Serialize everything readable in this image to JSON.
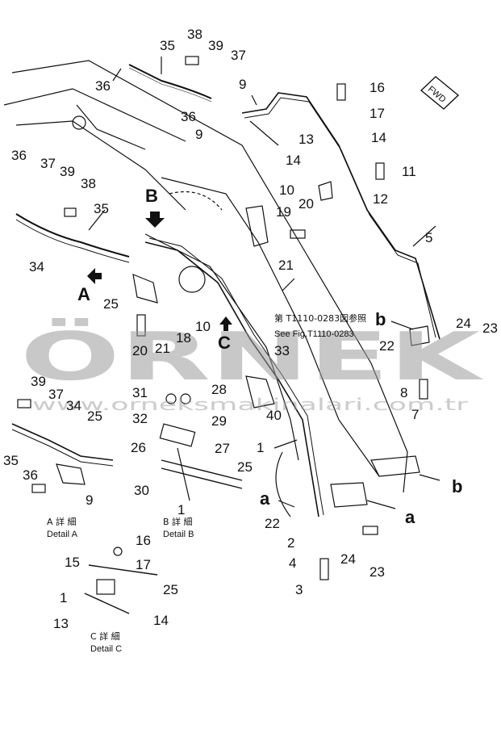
{
  "diagram": {
    "title": "",
    "part_labels": [
      {
        "text": "38"
      },
      {
        "text": "39"
      },
      {
        "text": "35"
      },
      {
        "text": "37"
      },
      {
        "text": "36"
      },
      {
        "text": "36"
      },
      {
        "text": "9"
      },
      {
        "text": "9"
      },
      {
        "text": "16"
      },
      {
        "text": "17"
      },
      {
        "text": "14"
      },
      {
        "text": "13"
      },
      {
        "text": "14"
      },
      {
        "text": "11"
      },
      {
        "text": "12"
      },
      {
        "text": "10"
      },
      {
        "text": "20"
      },
      {
        "text": "19"
      },
      {
        "text": "21"
      },
      {
        "text": "5"
      },
      {
        "text": "36"
      },
      {
        "text": "37"
      },
      {
        "text": "39"
      },
      {
        "text": "38"
      },
      {
        "text": "35"
      },
      {
        "text": "34"
      },
      {
        "text": "25"
      },
      {
        "text": "18"
      },
      {
        "text": "10"
      },
      {
        "text": "21"
      },
      {
        "text": "24"
      },
      {
        "text": "23"
      },
      {
        "text": "22"
      },
      {
        "text": "8"
      },
      {
        "text": "7"
      },
      {
        "text": "28"
      },
      {
        "text": "31"
      },
      {
        "text": "32"
      },
      {
        "text": "29"
      },
      {
        "text": "40"
      },
      {
        "text": "1"
      },
      {
        "text": "26"
      },
      {
        "text": "27"
      },
      {
        "text": "25"
      },
      {
        "text": "30"
      },
      {
        "text": "1"
      },
      {
        "text": "39"
      },
      {
        "text": "37"
      },
      {
        "text": "34"
      },
      {
        "text": "25"
      },
      {
        "text": "35"
      },
      {
        "text": "36"
      },
      {
        "text": "9"
      },
      {
        "text": "22"
      },
      {
        "text": "2"
      },
      {
        "text": "24"
      },
      {
        "text": "4"
      },
      {
        "text": "23"
      },
      {
        "text": "3"
      },
      {
        "text": "16"
      },
      {
        "text": "17"
      },
      {
        "text": "15"
      },
      {
        "text": "25"
      },
      {
        "text": "1"
      },
      {
        "text": "13"
      },
      {
        "text": "14"
      },
      {
        "text": "20"
      },
      {
        "text": "33"
      }
    ],
    "callout_letters": {
      "A": "A",
      "B": "B",
      "C": "C",
      "a_left": "a",
      "a_right": "a",
      "b_top": "b",
      "b_right": "b"
    },
    "fwd_label": "FWD",
    "see_fig": {
      "jp": "第 T1110-0283図参照",
      "en": "See Fig.T1110-0283"
    },
    "details": {
      "A": {
        "jp": "A 詳 細",
        "en": "Detail A"
      },
      "B": {
        "jp": "B 詳 細",
        "en": "Detail B"
      },
      "C": {
        "jp": "C 詳 細",
        "en": "Detail C"
      }
    },
    "watermark": {
      "brand": "ÖRNEK",
      "url": "www.orneksmakinalari.com.tr"
    },
    "colors": {
      "ink": "#111111",
      "watermark": "#9a9a9a"
    }
  }
}
